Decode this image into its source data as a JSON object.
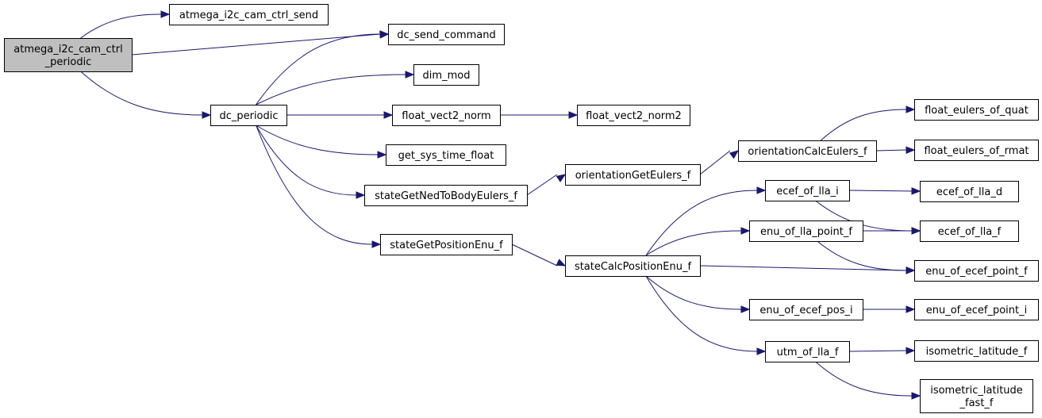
{
  "graph": {
    "nodes": [
      {
        "id": "root",
        "lines": [
          "atmega_i2c_cam_ctrl",
          "_periodic"
        ],
        "root": true
      },
      {
        "id": "cam_send",
        "lines": [
          "atmega_i2c_cam_ctrl_send"
        ]
      },
      {
        "id": "dc_send",
        "lines": [
          "dc_send_command"
        ]
      },
      {
        "id": "dc_periodic",
        "lines": [
          "dc_periodic"
        ]
      },
      {
        "id": "dim_mod",
        "lines": [
          "dim_mod"
        ]
      },
      {
        "id": "fv2n",
        "lines": [
          "float_vect2_norm"
        ]
      },
      {
        "id": "fv2n2",
        "lines": [
          "float_vect2_norm2"
        ]
      },
      {
        "id": "gst",
        "lines": [
          "get_sys_time_float"
        ]
      },
      {
        "id": "sgnbe",
        "lines": [
          "stateGetNedToBodyEulers_f"
        ]
      },
      {
        "id": "oge",
        "lines": [
          "orientationGetEulers_f"
        ]
      },
      {
        "id": "oce",
        "lines": [
          "orientationCalcEulers_f"
        ]
      },
      {
        "id": "feq",
        "lines": [
          "float_eulers_of_quat"
        ]
      },
      {
        "id": "fer",
        "lines": [
          "float_eulers_of_rmat"
        ]
      },
      {
        "id": "sgpe",
        "lines": [
          "stateGetPositionEnu_f"
        ]
      },
      {
        "id": "scpe",
        "lines": [
          "stateCalcPositionEnu_f"
        ]
      },
      {
        "id": "eolli",
        "lines": [
          "ecef_of_lla_i"
        ]
      },
      {
        "id": "eolld",
        "lines": [
          "ecef_of_lla_d"
        ]
      },
      {
        "id": "eollf",
        "lines": [
          "ecef_of_lla_f"
        ]
      },
      {
        "id": "enulpf",
        "lines": [
          "enu_of_lla_point_f"
        ]
      },
      {
        "id": "eoepf",
        "lines": [
          "enu_of_ecef_point_f"
        ]
      },
      {
        "id": "eoepi",
        "lines": [
          "enu_of_ecef_pos_i"
        ]
      },
      {
        "id": "eoepti",
        "lines": [
          "enu_of_ecef_point_i"
        ]
      },
      {
        "id": "utm",
        "lines": [
          "utm_of_lla_f"
        ]
      },
      {
        "id": "isol",
        "lines": [
          "isometric_latitude_f"
        ]
      },
      {
        "id": "isolf",
        "lines": [
          "isometric_latitude",
          "_fast_f"
        ]
      }
    ],
    "edges": [
      [
        "root",
        "cam_send"
      ],
      [
        "root",
        "dc_send"
      ],
      [
        "root",
        "dc_periodic"
      ],
      [
        "dc_periodic",
        "dc_send"
      ],
      [
        "dc_periodic",
        "dim_mod"
      ],
      [
        "dc_periodic",
        "fv2n"
      ],
      [
        "dc_periodic",
        "gst"
      ],
      [
        "dc_periodic",
        "sgnbe"
      ],
      [
        "dc_periodic",
        "sgpe"
      ],
      [
        "fv2n",
        "fv2n2"
      ],
      [
        "sgnbe",
        "oge"
      ],
      [
        "oge",
        "oce"
      ],
      [
        "oce",
        "feq"
      ],
      [
        "oce",
        "fer"
      ],
      [
        "sgpe",
        "scpe"
      ],
      [
        "scpe",
        "eolli"
      ],
      [
        "scpe",
        "enulpf"
      ],
      [
        "scpe",
        "eoepf"
      ],
      [
        "scpe",
        "eoepi"
      ],
      [
        "scpe",
        "utm"
      ],
      [
        "eolli",
        "eolld"
      ],
      [
        "eolli",
        "eollf"
      ],
      [
        "enulpf",
        "eollf"
      ],
      [
        "enulpf",
        "eoepf"
      ],
      [
        "eoepi",
        "eoepti"
      ],
      [
        "utm",
        "isol"
      ],
      [
        "utm",
        "isolf"
      ]
    ]
  },
  "colors": {
    "edge": "#191970",
    "root_fill": "#bfbfbf",
    "node_fill": "#ffffff",
    "border": "#000000"
  }
}
